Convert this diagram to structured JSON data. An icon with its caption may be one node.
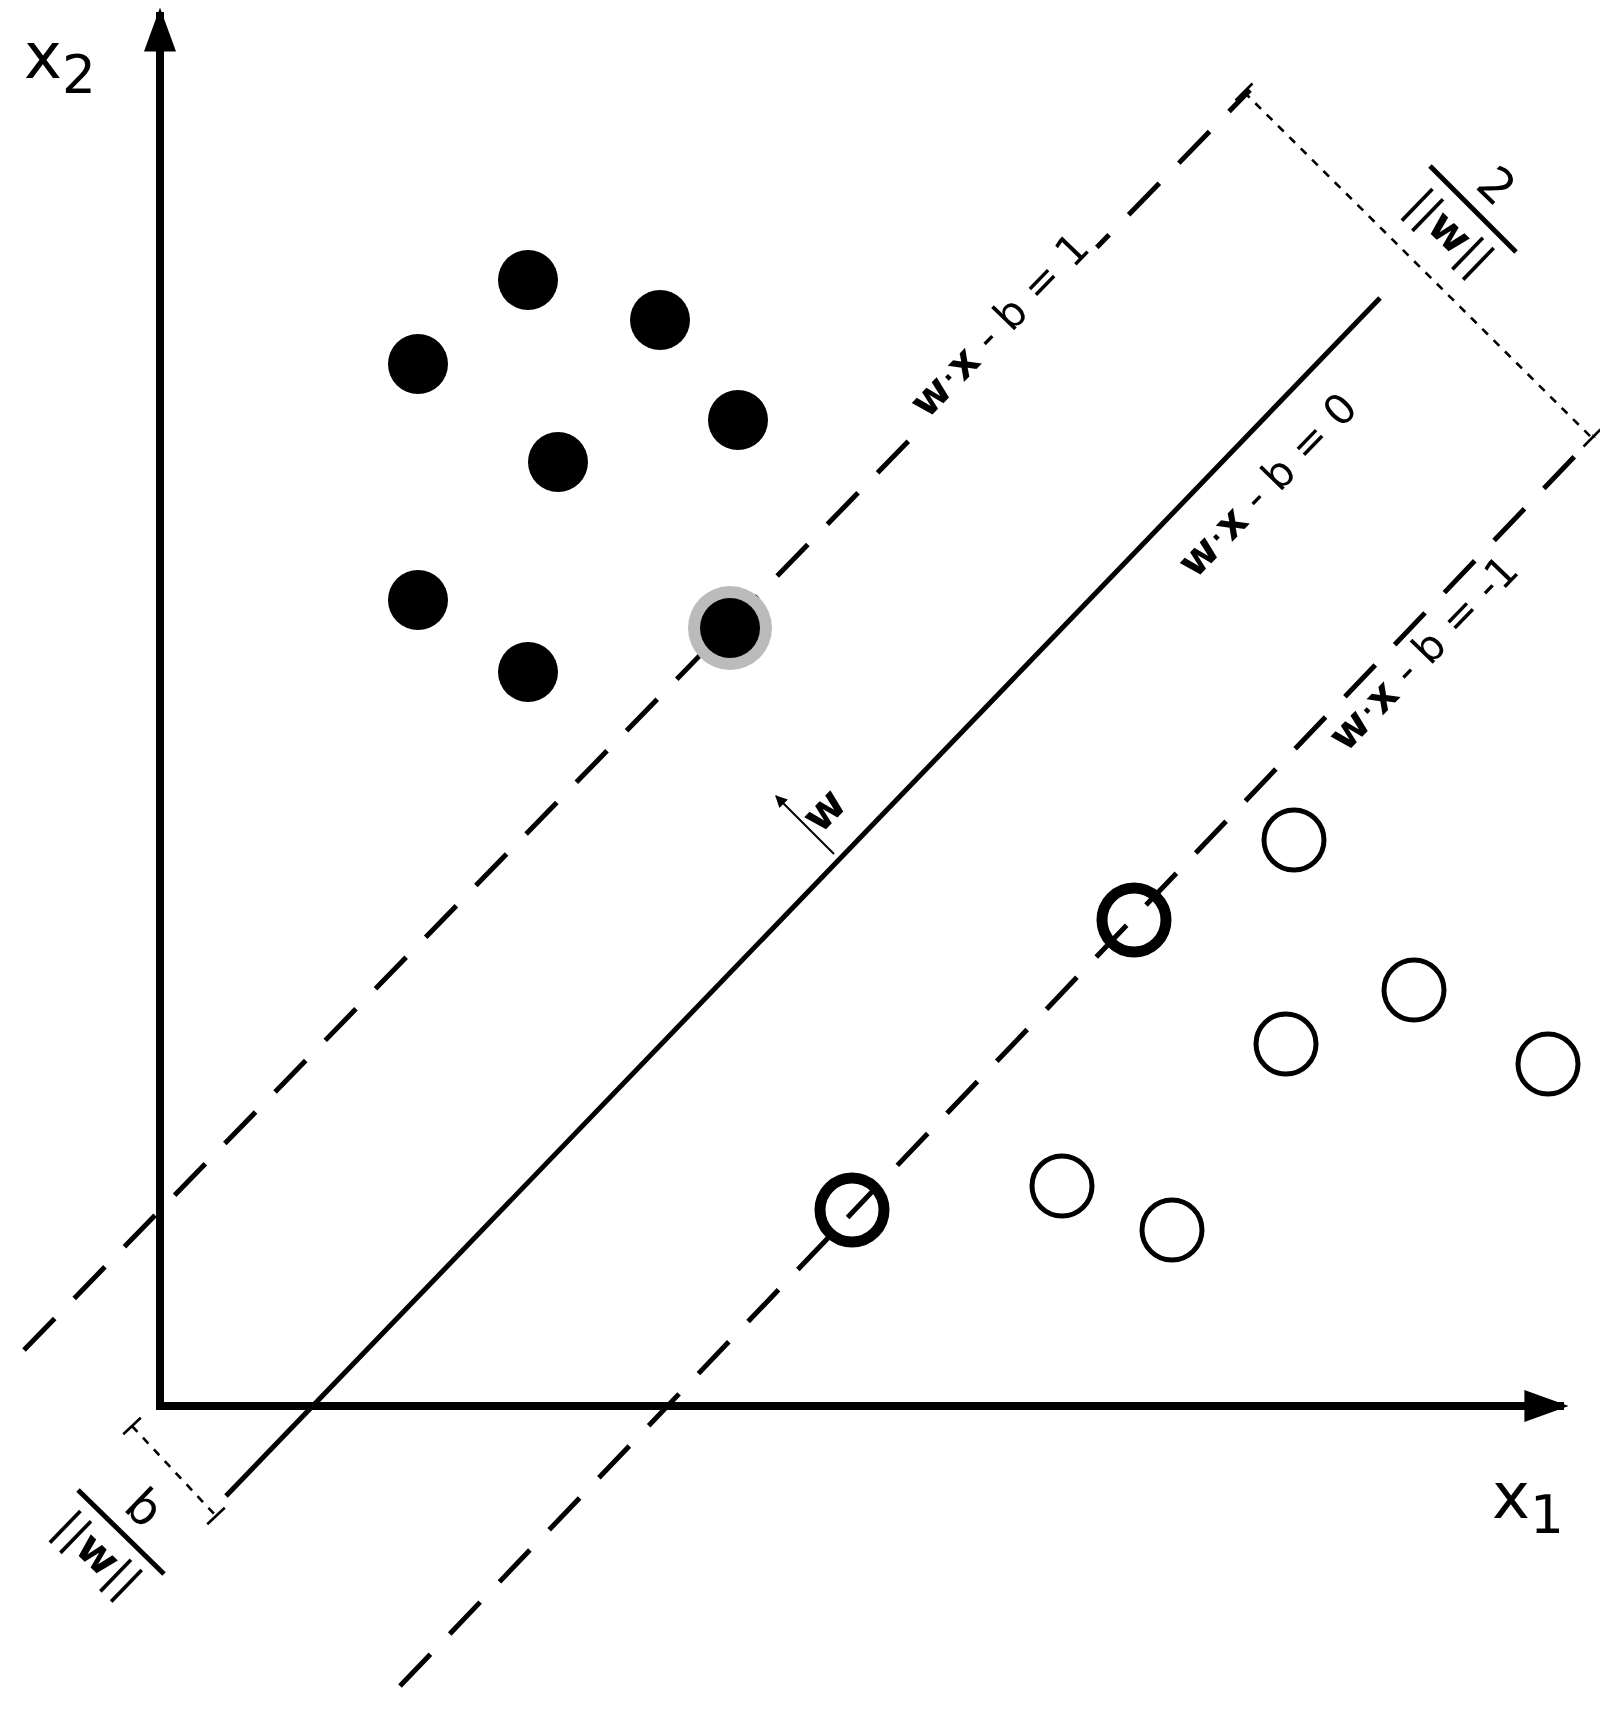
{
  "diagram": {
    "labels": [
      "x$_{2}$",
      "**w**·**x** - b = 1",
      "2",
      "||**w**||",
      "**w**·**x** - b = 0",
      "**w**·**x** - b = -1",
      "w",
      "x$_{1}$",
      "b",
      "||**w**||"
    ]
  }
}
